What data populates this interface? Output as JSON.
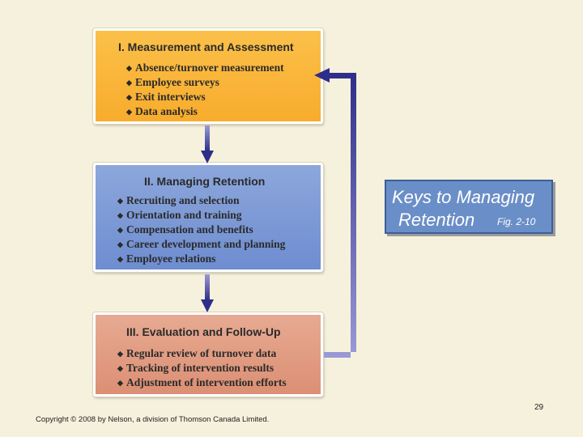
{
  "diagram": {
    "boxes": [
      {
        "title": "I. Measurement and Assessment",
        "items": [
          "Absence/turnover measurement",
          "Employee surveys",
          "Exit interviews",
          "Data analysis"
        ]
      },
      {
        "title": "II. Managing Retention",
        "items": [
          "Recruiting and selection",
          "Orientation and training",
          "Compensation and benefits",
          "Career development and planning",
          "Employee relations"
        ]
      },
      {
        "title": "III. Evaluation and Follow-Up",
        "items": [
          "Regular review of turnover data",
          "Tracking of intervention results",
          "Adjustment of intervention efforts"
        ]
      }
    ],
    "bullet_glyph": "◆",
    "colors": {
      "box1": "#f8b13a",
      "box2": "#7d99d6",
      "box3": "#e09c82",
      "arrow": "#2e2e8a",
      "background": "#f6f1dc"
    }
  },
  "slide_title": {
    "line1": "Keys to Managing",
    "line2": "Retention",
    "fig": "Fig. 2-10"
  },
  "footer": {
    "copyright": "Copyright © 2008 by Nelson, a division of Thomson Canada Limited.",
    "page_number": "29"
  }
}
